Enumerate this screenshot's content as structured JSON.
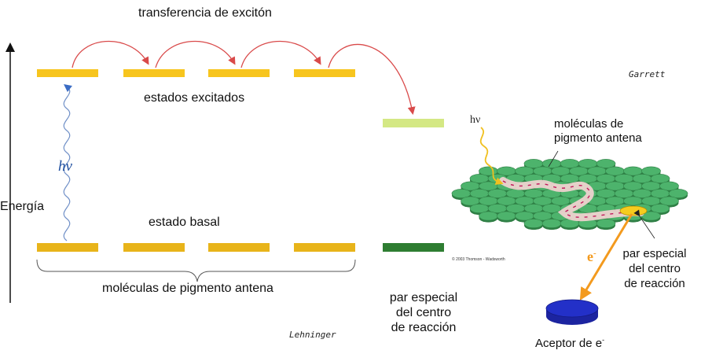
{
  "energy_diagram": {
    "title": "transferencia de excitón",
    "excited_label": "estados excitados",
    "ground_label": "estado basal",
    "antenna_label": "moléculas de pigmento antena",
    "axis_label": "Energía",
    "photon_label": "hν",
    "reaction_center_label": [
      "par especial",
      "del centro",
      "de reacción"
    ],
    "source": "Lehninger",
    "colors": {
      "excited_level": "#f7c51e",
      "ground_level": "#e8b41a",
      "rc_excited": "#d4e884",
      "rc_ground": "#2e7d32",
      "transfer_arrow": "#d94a4a",
      "photon_wave": "#6f8fc7"
    }
  },
  "antenna_illustration": {
    "photon_label": "hν",
    "antenna_label": [
      "moléculas de",
      "pigmento antena"
    ],
    "copyright": "© 2003 Thomson - Wadsworth",
    "electron_label": "e",
    "reaction_center_label": [
      "par especial",
      "del centro",
      "de reacción"
    ],
    "acceptor_label": "Aceptor de e",
    "source": "Garrett",
    "colors": {
      "disc_fill": "#4db36c",
      "disc_edge": "#2f7f45",
      "electron_arrow": "#f39a1e",
      "acceptor": "#2330c8"
    }
  }
}
